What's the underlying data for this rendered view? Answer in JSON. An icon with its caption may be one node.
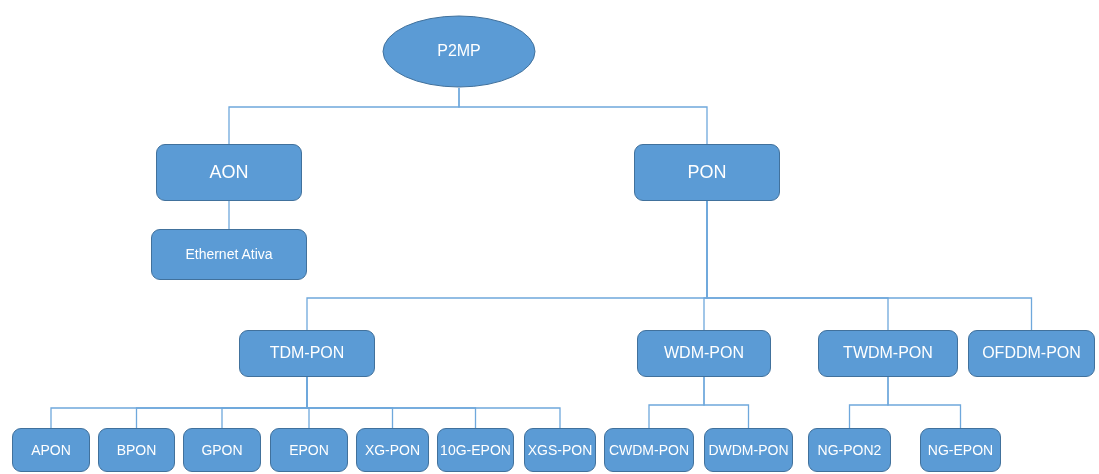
{
  "diagram": {
    "nodes": [
      {
        "text": [
          "P2MP"
        ]
      },
      {
        "text": [
          "AON"
        ]
      },
      {
        "text": [
          "Ethernet Ativa"
        ]
      },
      {
        "text": [
          "PON"
        ]
      },
      {
        "text": [
          "TDM-PON"
        ]
      },
      {
        "text": [
          "WDM-PON"
        ]
      },
      {
        "text": [
          "TWDM-PON"
        ]
      },
      {
        "text": [
          "OFDDM-PON"
        ]
      },
      {
        "text": [
          "APON"
        ]
      },
      {
        "text": [
          "BPON"
        ]
      },
      {
        "text": [
          "GPON"
        ]
      },
      {
        "text": [
          "EPON"
        ]
      },
      {
        "text": [
          "XG-PON"
        ]
      },
      {
        "text": [
          "10G-EPON"
        ]
      },
      {
        "text": [
          "XGS-PON"
        ]
      },
      {
        "text": [
          "CWDM-PON"
        ]
      },
      {
        "text": [
          "DWDM-PON"
        ]
      },
      {
        "text": [
          "NG-PON2"
        ]
      },
      {
        "text": [
          "NG-EPON"
        ]
      }
    ],
    "edges": [
      {
        "from": 0,
        "to": 1,
        "arrow": "none"
      },
      {
        "from": 0,
        "to": 3,
        "arrow": "none"
      },
      {
        "from": 1,
        "to": 2,
        "arrow": "none"
      },
      {
        "from": 3,
        "to": 4,
        "arrow": "none"
      },
      {
        "from": 3,
        "to": 5,
        "arrow": "none"
      },
      {
        "from": 3,
        "to": 6,
        "arrow": "none"
      },
      {
        "from": 3,
        "to": 7,
        "arrow": "none"
      },
      {
        "from": 4,
        "to": 8,
        "arrow": "none"
      },
      {
        "from": 4,
        "to": 9,
        "arrow": "none"
      },
      {
        "from": 4,
        "to": 10,
        "arrow": "none"
      },
      {
        "from": 4,
        "to": 11,
        "arrow": "none"
      },
      {
        "from": 4,
        "to": 12,
        "arrow": "none"
      },
      {
        "from": 4,
        "to": 13,
        "arrow": "none"
      },
      {
        "from": 4,
        "to": 14,
        "arrow": "none"
      },
      {
        "from": 5,
        "to": 15,
        "arrow": "none"
      },
      {
        "from": 5,
        "to": 16,
        "arrow": "none"
      },
      {
        "from": 6,
        "to": 17,
        "arrow": "none"
      },
      {
        "from": 6,
        "to": 18,
        "arrow": "none"
      }
    ]
  }
}
